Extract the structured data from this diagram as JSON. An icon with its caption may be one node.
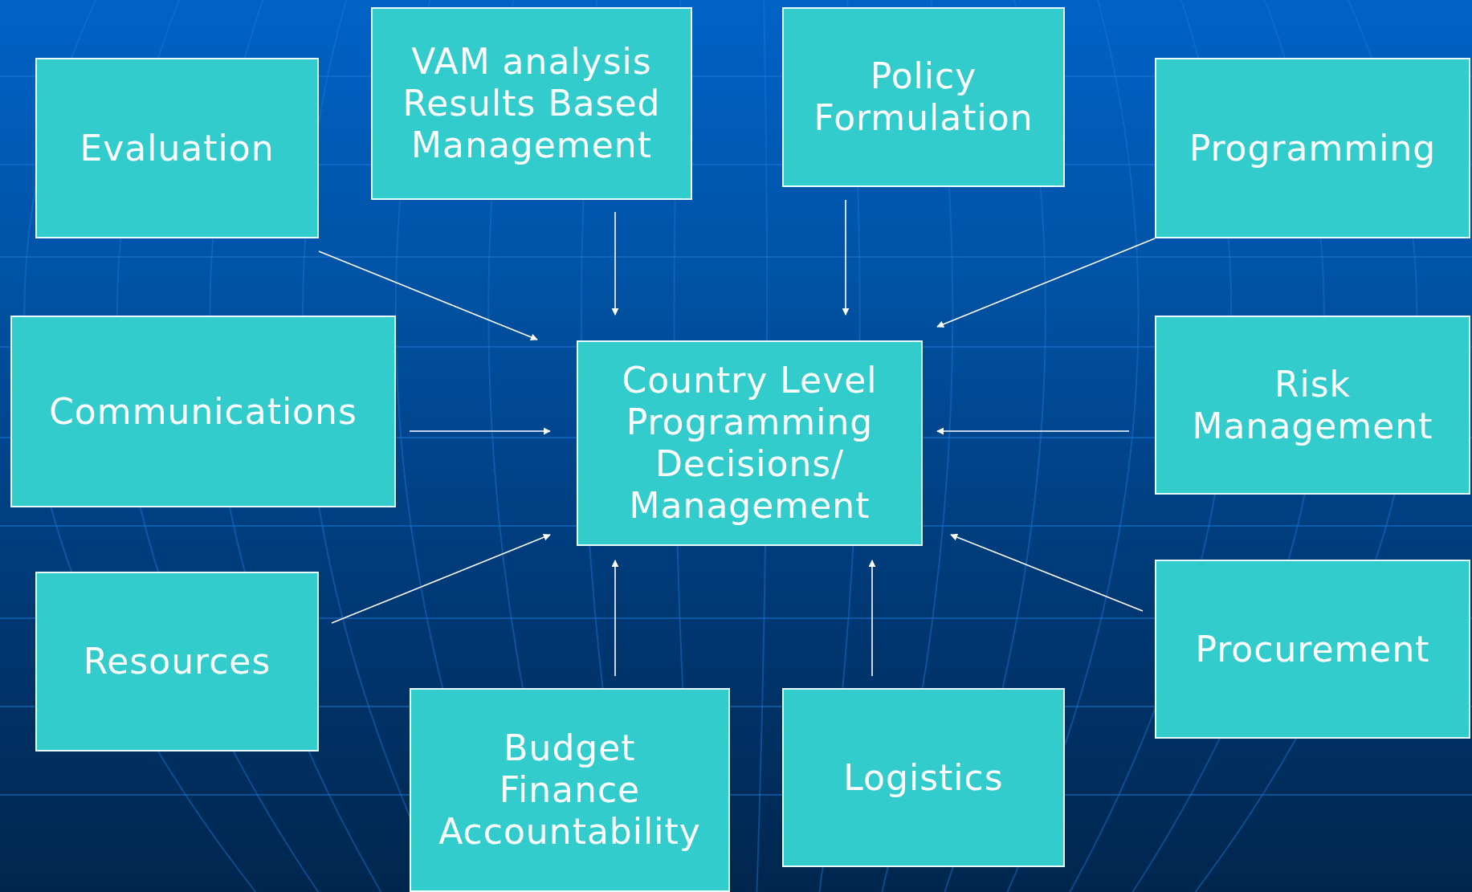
{
  "diagram": {
    "nodes": [
      {
        "text": [
          "Evaluation"
        ]
      },
      {
        "text": [
          "VAM analysis",
          "Results Based Management"
        ]
      },
      {
        "text": [
          "Policy Formulation"
        ]
      },
      {
        "text": [
          "Programming"
        ]
      },
      {
        "text": [
          "Communications"
        ]
      },
      {
        "text": [
          "Country Level Programming Decisions/ Management"
        ]
      },
      {
        "text": [
          "Risk Management"
        ]
      },
      {
        "text": [
          "Resources"
        ]
      },
      {
        "text": [
          "Budget",
          "Finance",
          "Accountability"
        ]
      },
      {
        "text": [
          "Logistics"
        ]
      },
      {
        "text": [
          "Procurement"
        ]
      }
    ],
    "edges": [
      {
        "from": 0,
        "to": 5,
        "arrow": "to"
      },
      {
        "from": 1,
        "to": 5,
        "arrow": "to"
      },
      {
        "from": 2,
        "to": 5,
        "arrow": "to"
      },
      {
        "from": 3,
        "to": 5,
        "arrow": "to"
      },
      {
        "from": 4,
        "to": 5,
        "arrow": "to"
      },
      {
        "from": 6,
        "to": 5,
        "arrow": "to"
      },
      {
        "from": 7,
        "to": 5,
        "arrow": "to"
      },
      {
        "from": 8,
        "to": 5,
        "arrow": "to"
      },
      {
        "from": 9,
        "to": 5,
        "arrow": "to"
      },
      {
        "from": 10,
        "to": 5,
        "arrow": "to"
      }
    ]
  }
}
